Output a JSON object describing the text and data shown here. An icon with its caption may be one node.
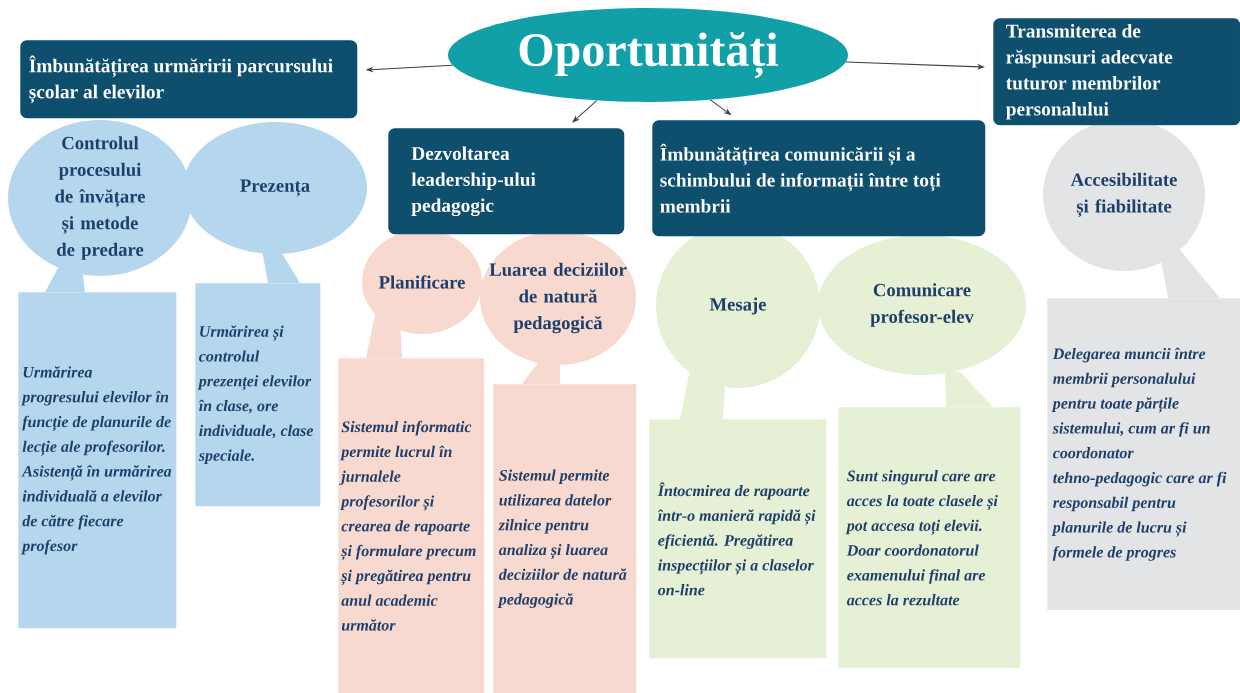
{
  "diagram": {
    "nodes": [
      {
        "text": [
          "Oportunități"
        ]
      },
      {
        "text": [
          "Îmbunătățirea urmăririi parcursului școlar al elevilor"
        ]
      },
      {
        "text": [
          "Dezvoltarea leadership-ului pedagogic"
        ]
      },
      {
        "text": [
          "Îmbunătățirea comunicării și a schimbului de informații între toți membrii"
        ]
      },
      {
        "text": [
          "Transmiterea de răspunsuri adecvate tuturor membrilor personalului"
        ]
      },
      {
        "text": [
          "Controlul procesului de învățare și metode de predare"
        ]
      },
      {
        "text": [
          "Prezența"
        ]
      },
      {
        "text": [
          "Urmărirea progresului elevilor în funcție de planurile de lecție ale profesorilor. Asistență în urmărirea individuală a elevilor de către fiecare profesor"
        ]
      },
      {
        "text": [
          "Urmărirea și controlul prezenței elevilor în clase, ore individuale, clase speciale."
        ]
      },
      {
        "text": [
          "Planificare"
        ]
      },
      {
        "text": [
          "Luarea deciziilor de natură pedagogică"
        ]
      },
      {
        "text": [
          "Sistemul informatic permite lucrul în jurnalele profesorilor și crearea de rapoarte și formulare precum și pregătirea pentru anul academic următor"
        ]
      },
      {
        "text": [
          "Sistemul permite utilizarea datelor zilnice pentru analiza și luarea deciziilor de natură pedagogică"
        ]
      },
      {
        "text": [
          "Mesaje"
        ]
      },
      {
        "text": [
          "Comunicare profesor-elev"
        ]
      },
      {
        "text": [
          "Întocmirea de rapoarte într-o manieră rapidă și eficientă. Pregătirea inspecțiilor și a claselor on-line"
        ]
      },
      {
        "text": [
          "Sunt singurul care are acces la toate clasele și pot accesa toți elevii. Doar coordonatorul examenului final are acces la rezultate"
        ]
      },
      {
        "text": [
          "Accesibilitate și fiabilitate"
        ]
      },
      {
        "text": [
          "Delegarea muncii între membrii personalului pentru toate părțile sistemului, cum ar fi un coordonator tehno-pedagogic care ar fi responsabil pentru planurile de lucru și formele de progres"
        ]
      }
    ],
    "edges": [
      {
        "from": 0,
        "to": 1,
        "arrow": "to"
      },
      {
        "from": 0,
        "to": 2,
        "arrow": "to"
      },
      {
        "from": 0,
        "to": 3,
        "arrow": "to"
      },
      {
        "from": 0,
        "to": 4,
        "arrow": "to"
      }
    ]
  }
}
